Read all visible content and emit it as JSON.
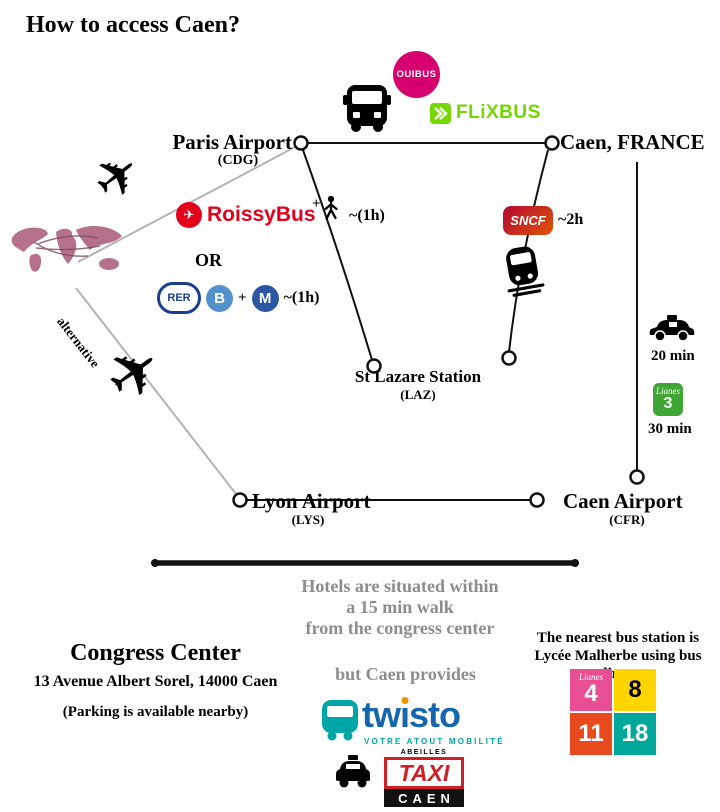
{
  "title": "How to access Caen?",
  "colors": {
    "ouibus_pink": "#d6006f",
    "flixbus_green": "#73d700",
    "roissybus_red": "#e2001a",
    "sncf_gradient": [
      "#b20933",
      "#e05206"
    ],
    "rer_navy": "#1a3e8f",
    "rer_b_blue": "#5291ce",
    "metro_blue": "#2a56a4",
    "lianes3_green": "#3fa535",
    "line4_pink": "#e84e93",
    "line8_yellow": "#ffd500",
    "line11_orange": "#e8491d",
    "line18_teal": "#00a79b",
    "twisto_blue": "#1467ae",
    "twisto_teal": "#00a5a5",
    "twisto_orange": "#f39200",
    "taxi_red": "#cf2027",
    "gray_text": "#8c8c8c"
  },
  "nodes": {
    "paris": {
      "label": "Paris Airport",
      "code": "(CDG)"
    },
    "caen": {
      "label": "Caen, FRANCE"
    },
    "stlazare": {
      "label": "St Lazare Station",
      "code": "(LAZ)"
    },
    "lyon": {
      "label": "Lyon Airport",
      "code": "(LYS)"
    },
    "caen_airport": {
      "label": "Caen Airport",
      "code": "(CFR)"
    }
  },
  "logos": {
    "ouibus": "OUIBUS",
    "flixbus": "FLiXBUS",
    "roissybus": "RoissyBus",
    "roissybus_plane": "✈",
    "sncf": "SNCF",
    "rer": "RER",
    "rer_b": "B",
    "metro_m": "M",
    "plane_glyph": "✈"
  },
  "routes": {
    "roissybus_plus": "+",
    "roissybus_duration": "~(1h)",
    "or": "OR",
    "rer_plus": "+",
    "rer_duration": "~(1h)",
    "sncf_duration": "~2h",
    "taxi_duration": "20 min",
    "bus3_duration": "30 min",
    "alternative": "alternative"
  },
  "bus_lines": {
    "lianes": "Lianes",
    "line3": "3",
    "line4": "4",
    "line8": "8",
    "line11": "11",
    "line18": "18"
  },
  "hotels": {
    "line1": "Hotels are situated within",
    "line2": "a 15 min walk",
    "line3": "from the congress center"
  },
  "congress": {
    "title": "Congress Center",
    "address": "13 Avenue Albert Sorel, 14000 Caen",
    "parking": "(Parking is available nearby)"
  },
  "provides": "but Caen provides",
  "bus_station": {
    "line1": "The nearest bus station is",
    "line2": "Lycée Malherbe using bus lines"
  },
  "twisto": {
    "name_part1": "tw",
    "name_dotless_i": "ı",
    "name_part2": "sto",
    "tagline": "VOTRE ATOUT MOBILITÉ"
  },
  "taxi_caen": {
    "top": "ABEILLES",
    "mid": "TAXI",
    "bottom": "CAEN"
  }
}
